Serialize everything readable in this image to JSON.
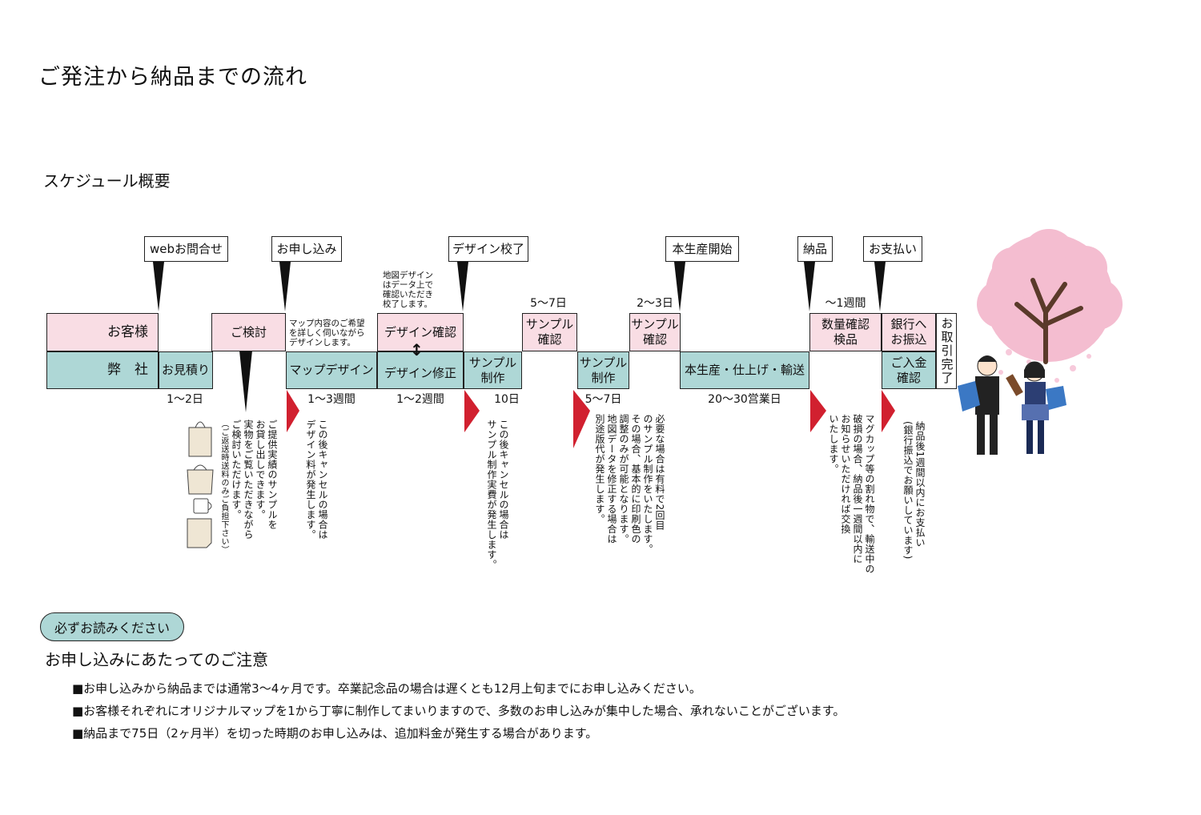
{
  "title": "ご発注から納品までの流れ",
  "subtitle": "スケジュール概要",
  "milestones": {
    "web_inquiry": "webお問合せ",
    "application": "お申し込み",
    "design_final": "デザイン校了",
    "production_start": "本生産開始",
    "delivery": "納品",
    "payment": "お支払い"
  },
  "rows": {
    "customer": "お客様",
    "company": "弊　社"
  },
  "steps": {
    "estimate": "お見積り",
    "review": "ご検討",
    "map_design": "マップデザイン",
    "design_confirm": "デザイン確認",
    "design_fix": "デザイン修正",
    "sample_make_1": "サンプル制作",
    "sample_confirm_1": "サンプル確認",
    "sample_make_2": "サンプル制作",
    "sample_confirm_2": "サンプル確認",
    "mass_production": "本生産・仕上げ・輸送",
    "qty_check": "数量確認検品",
    "bank_transfer": "銀行へお振込",
    "payment_confirm": "ご入金確認",
    "complete": "お取引完了"
  },
  "updown_arrow": "↕",
  "durations": {
    "d1": "1～2日",
    "d2": "1～3週間",
    "d3": "1～2週間",
    "d4": "10日",
    "d5": "5～7日",
    "d6": "20～30営業日",
    "d7_top": "5～7日",
    "d8_top": "2～3日",
    "d9_top": "～1週間"
  },
  "annotations": {
    "map_hearing": [
      "マップ内容のご希望",
      "を詳しく伺いながら",
      "デザインします。"
    ],
    "design_proof": [
      "地図デザイン",
      "はデータ上で",
      "確認いただき",
      "校了します。"
    ]
  },
  "vertical_notes": {
    "sample_lend": [
      "ご提供実績のサンプルを",
      "お貸し出しできます。",
      "実物をご覧いただきながら",
      "ご検討いただけます。"
    ],
    "sample_lend_small": "（ご返送時送料のみご負担下さい）",
    "cancel_design": [
      "この後キャンセルの場合は",
      "デザイン料が発生します。"
    ],
    "cancel_sample": [
      "この後キャンセルの場合は",
      "サンプル制作実費が発生します。"
    ],
    "second_sample": [
      "必要な場合は有料で2回目",
      "のサンプル制作をいたします。",
      "その場合、基本的に印刷色の",
      "調整のみが可能となります。",
      "地図データを修正する場合は",
      "別途版代が発生します。"
    ],
    "breakage": [
      "マグカップ等の割れ物で、輸送中の",
      "破損の場合、納品後一週間以内に",
      "お知らせいただければ交換",
      "いたします。"
    ],
    "payment_term": [
      "納品後1週間以内にお支払い",
      "(銀行振込でお願いしています)"
    ]
  },
  "notice_badge": "必ずお読みください",
  "notice_title": "お申し込みにあたってのご注意",
  "notices": [
    "■お申し込みから納品までは通常3～4ヶ月です。卒業記念品の場合は遅くとも12月上旬までにお申し込みください。",
    "■お客様それぞれにオリジナルマップを1から丁寧に制作してまいりますので、多数のお申し込みが集中した場合、承れないことがございます。",
    "■納品まで75日（2ヶ月半）を切った時期のお申し込みは、追加料金が発生する場合があります。"
  ],
  "colors": {
    "customer_row": "#f9dde4",
    "company_row": "#aed7d6",
    "arrow_red": "#d1202f",
    "blossom": "#f3b6cc"
  }
}
